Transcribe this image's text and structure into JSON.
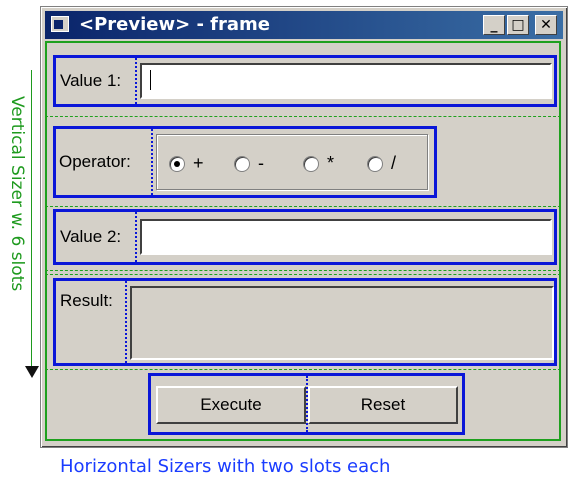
{
  "annotations": {
    "vertical_label": "Vertical Sizer w. 6 slots",
    "horizontal_label": "Horizontal Sizers with two slots each"
  },
  "window": {
    "title": "<Preview> - frame",
    "minimize_glyph": "_",
    "maximize_glyph": "□",
    "close_glyph": "✕"
  },
  "form": {
    "value1": {
      "label": "Value 1:",
      "value": ""
    },
    "operator": {
      "label": "Operator:",
      "options": [
        {
          "label": "+",
          "checked": true
        },
        {
          "label": "-",
          "checked": false
        },
        {
          "label": "*",
          "checked": false
        },
        {
          "label": "/",
          "checked": false
        }
      ]
    },
    "value2": {
      "label": "Value 2:",
      "value": ""
    },
    "result": {
      "label": "Result:",
      "value": ""
    },
    "buttons": {
      "execute": "Execute",
      "reset": "Reset"
    }
  },
  "colors": {
    "vertical_sizer": "#1ea01e",
    "horizontal_sizer": "#0a16d8",
    "annotation_blue": "#1a3cff",
    "window_bg": "#d4d0c8",
    "titlebar": "#0a246a"
  }
}
